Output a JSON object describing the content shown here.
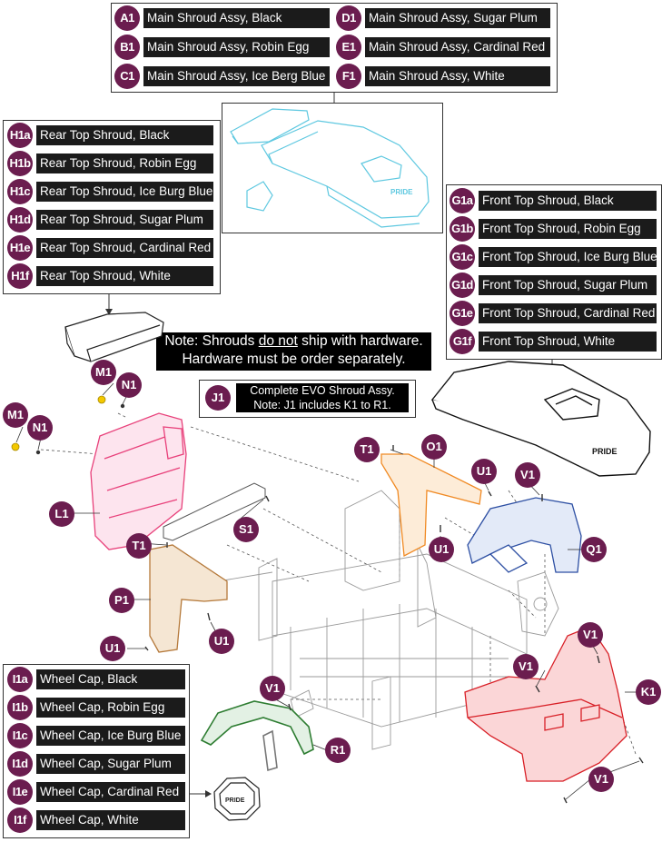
{
  "main_shroud": [
    {
      "code": "A1",
      "name": "Main Shroud Assy, Black"
    },
    {
      "code": "B1",
      "name": "Main Shroud Assy, Robin Egg"
    },
    {
      "code": "C1",
      "name": "Main Shroud Assy, Ice Berg Blue"
    },
    {
      "code": "D1",
      "name": "Main Shroud Assy, Sugar Plum"
    },
    {
      "code": "E1",
      "name": "Main Shroud Assy, Cardinal Red"
    },
    {
      "code": "F1",
      "name": "Main Shroud Assy, White"
    }
  ],
  "rear_top_shroud": [
    {
      "code": "H1a",
      "name": "Rear Top Shroud, Black"
    },
    {
      "code": "H1b",
      "name": "Rear Top Shroud, Robin Egg"
    },
    {
      "code": "H1c",
      "name": "Rear Top Shroud, Ice Burg Blue"
    },
    {
      "code": "H1d",
      "name": "Rear Top Shroud, Sugar Plum"
    },
    {
      "code": "H1e",
      "name": "Rear Top Shroud, Cardinal Red"
    },
    {
      "code": "H1f",
      "name": "Rear Top Shroud, White"
    }
  ],
  "front_top_shroud": [
    {
      "code": "G1a",
      "name": "Front Top Shroud, Black"
    },
    {
      "code": "G1b",
      "name": "Front Top Shroud, Robin Egg"
    },
    {
      "code": "G1c",
      "name": "Front Top Shroud, Ice Burg Blue"
    },
    {
      "code": "G1d",
      "name": "Front Top Shroud, Sugar Plum"
    },
    {
      "code": "G1e",
      "name": "Front Top Shroud, Cardinal Red"
    },
    {
      "code": "G1f",
      "name": "Front Top Shroud, White"
    }
  ],
  "wheel_cap": [
    {
      "code": "I1a",
      "name": "Wheel Cap, Black"
    },
    {
      "code": "I1b",
      "name": "Wheel Cap, Robin Egg"
    },
    {
      "code": "I1c",
      "name": "Wheel Cap, Ice Burg Blue"
    },
    {
      "code": "I1d",
      "name": "Wheel Cap, Sugar Plum"
    },
    {
      "code": "I1e",
      "name": "Wheel Cap, Cardinal Red"
    },
    {
      "code": "I1f",
      "name": "Wheel Cap, White"
    }
  ],
  "note": {
    "line1_pre": "Note: Shrouds ",
    "line1_underline": "do not",
    "line1_post": " ship with hardware.",
    "line2": "Hardware must be order separately."
  },
  "j1": {
    "code": "J1",
    "line1": "Complete EVO Shroud Assy.",
    "line2": "Note: J1 includes K1 to R1."
  },
  "callouts": {
    "m1_top": "M1",
    "n1_top": "N1",
    "m1_left": "M1",
    "n1_left": "N1",
    "l1": "L1",
    "s1": "S1",
    "t1_left": "T1",
    "p1": "P1",
    "u1_left": "U1",
    "u1_mid": "U1",
    "t1_right": "T1",
    "o1": "O1",
    "u1_right_top": "U1",
    "u1_right": "U1",
    "v1_q": "V1",
    "q1": "Q1",
    "v1_k_top": "V1",
    "v1_k_mid": "V1",
    "k1": "K1",
    "v1_k_bottom": "V1",
    "v1_r": "V1",
    "r1": "R1"
  },
  "logo_text": "PRIDE",
  "colors": {
    "badge": "#6b1d4f",
    "rear_shroud_pink": "#e8407a",
    "front_shroud_red": "#d81f26",
    "orange_bracket": "#f08a24",
    "brown_bracket": "#b5793a",
    "blue_fender": "#2d4fa3",
    "green_fender": "#2e7d32",
    "cyan_shroud": "#5ec8e0"
  }
}
